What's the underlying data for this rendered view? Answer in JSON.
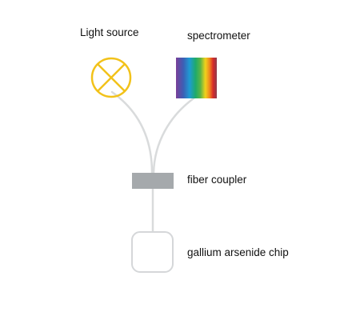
{
  "labels": {
    "light_source": "Light source",
    "spectrometer": "spectrometer",
    "fiber_coupler": "fiber coupler",
    "chip": "gallium arsenide chip"
  },
  "colors": {
    "background": "#ffffff",
    "light_source": "#f2c21a",
    "fiber": "#d9dbdc",
    "coupler": "#a5a9ac",
    "chip_outline": "#d5d7d9",
    "text": "#111111",
    "spectrum": [
      "#7a3f98",
      "#3c5fb5",
      "#1f9ad3",
      "#1faa6a",
      "#5cb544",
      "#f1d21b",
      "#f08a1d",
      "#d62a2a",
      "#8c3b4d"
    ]
  },
  "icons": {
    "light_source": "circle-cross-icon",
    "spectrometer": "spectrum-gradient-icon"
  }
}
